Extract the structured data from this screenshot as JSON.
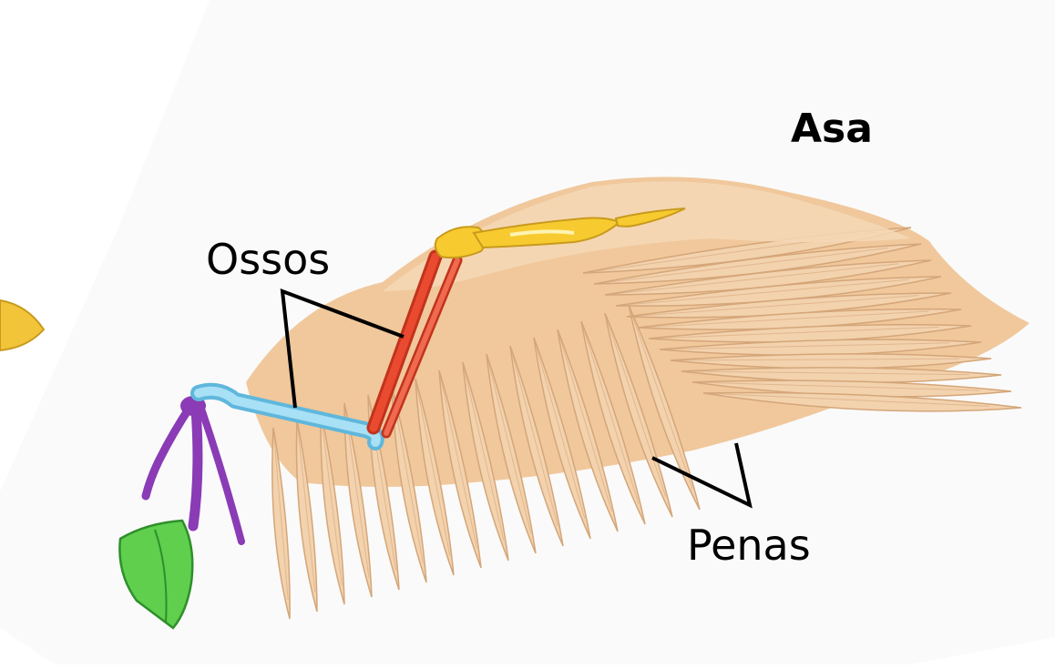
{
  "title": "Asa",
  "labels": {
    "bones": "Ossos",
    "feathers": "Penas"
  },
  "colors": {
    "background_panel": "#fafafa",
    "feather_fill": "#f3d2ae",
    "feather_stroke": "#d4a679",
    "wing_membrane": "#f0c89c",
    "humerus": "#8fd3ee",
    "forearm": "#ea4a2f",
    "hand": "#f7cb2f",
    "shoulder": "#8a3bb5",
    "scapula": "#5fcf4d",
    "leader_line": "#000000"
  }
}
